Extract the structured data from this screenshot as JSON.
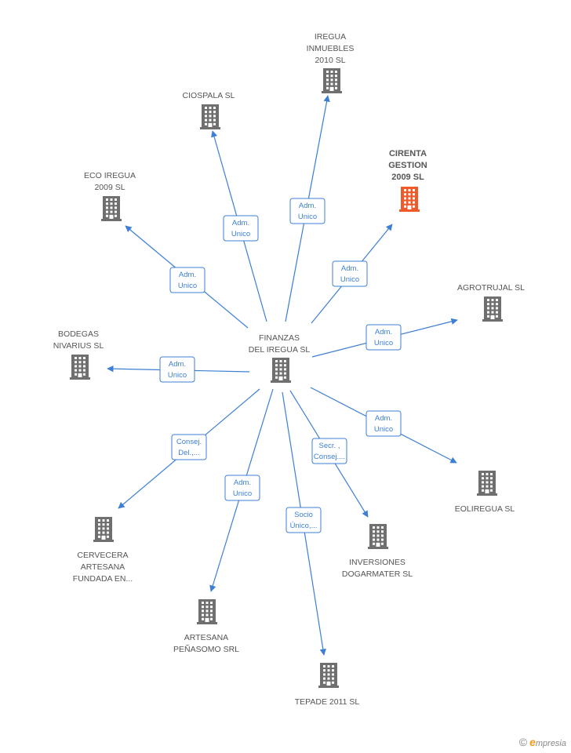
{
  "colors": {
    "edge": "#3d7fd4",
    "building": "#6f6f6f",
    "building_highlight": "#f05a2a",
    "text": "#555555"
  },
  "center": {
    "id": "center",
    "label": [
      "FINANZAS",
      "DEL IREGUA SL"
    ],
    "icon": "building-icon"
  },
  "nodes": [
    {
      "id": "iregua-inmuebles",
      "label": [
        "IREGUA",
        "INMUEBLES",
        "2010 SL"
      ],
      "highlight": false
    },
    {
      "id": "ciospala",
      "label": [
        "CIOSPALA SL"
      ],
      "highlight": false
    },
    {
      "id": "cirenta",
      "label": [
        "CIRENTA",
        "GESTION",
        "2009 SL"
      ],
      "highlight": true
    },
    {
      "id": "eco-iregua",
      "label": [
        "ECO IREGUA",
        "2009 SL"
      ],
      "highlight": false
    },
    {
      "id": "agrotrujal",
      "label": [
        "AGROTRUJAL SL"
      ],
      "highlight": false
    },
    {
      "id": "bodegas-nivarius",
      "label": [
        "BODEGAS",
        "NIVARIUS  SL"
      ],
      "highlight": false
    },
    {
      "id": "eoliregua",
      "label": [
        "EOLIREGUA SL"
      ],
      "highlight": false
    },
    {
      "id": "cervecera",
      "label": [
        "CERVECERA",
        "ARTESANA",
        "FUNDADA EN..."
      ],
      "highlight": false
    },
    {
      "id": "inversiones",
      "label": [
        "INVERSIONES",
        "DOGARMATER SL"
      ],
      "highlight": false
    },
    {
      "id": "artesana",
      "label": [
        "ARTESANA",
        "PEÑASOMO SRL"
      ],
      "highlight": false
    },
    {
      "id": "tepade",
      "label": [
        "TEPADE 2011 SL"
      ],
      "highlight": false
    }
  ],
  "edges": [
    {
      "to": "iregua-inmuebles",
      "role": [
        "Adm.",
        "Unico"
      ]
    },
    {
      "to": "ciospala",
      "role": [
        "Adm.",
        "Unico"
      ]
    },
    {
      "to": "cirenta",
      "role": [
        "Adm.",
        "Unico"
      ]
    },
    {
      "to": "eco-iregua",
      "role": [
        "Adm.",
        "Unico"
      ]
    },
    {
      "to": "agrotrujal",
      "role": [
        "Adm.",
        "Unico"
      ]
    },
    {
      "to": "bodegas-nivarius",
      "role": [
        "Adm.",
        "Unico"
      ]
    },
    {
      "to": "eoliregua",
      "role": [
        "Adm.",
        "Unico"
      ]
    },
    {
      "to": "cervecera",
      "role": [
        "Consej.",
        "Del.,..."
      ]
    },
    {
      "to": "inversiones",
      "role": [
        "Secr. ,",
        "Consej...."
      ]
    },
    {
      "to": "artesana",
      "role": [
        "Adm.",
        "Unico"
      ]
    },
    {
      "to": "tepade",
      "role": [
        "Socio",
        "Único,..."
      ]
    }
  ],
  "branding": {
    "copyright": "©",
    "logo_initial": "e",
    "logo_rest": "mpresia"
  }
}
